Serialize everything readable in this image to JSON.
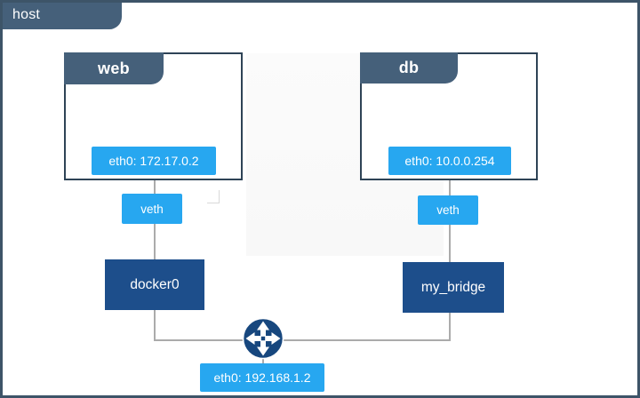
{
  "host": {
    "label": "host",
    "interface_label": "eth0: 192.168.1.2"
  },
  "containers": {
    "web": {
      "title": "web",
      "interface_label": "eth0: 172.17.0.2",
      "veth_label": "veth",
      "bridge_label": "docker0"
    },
    "db": {
      "title": "db",
      "interface_label": "eth0: 10.0.0.254",
      "veth_label": "veth",
      "bridge_label": "my_bridge"
    }
  },
  "icons": {
    "router": "crossed-arrows-router-icon"
  },
  "colors": {
    "tab_slate": "#45607a",
    "container_border": "#2e4356",
    "outer_border": "#3d5468",
    "accent_blue": "#27a7f0",
    "bridge_navy": "#1d4e8b",
    "router_navy": "#17477e",
    "connector_gray": "#ababab"
  }
}
